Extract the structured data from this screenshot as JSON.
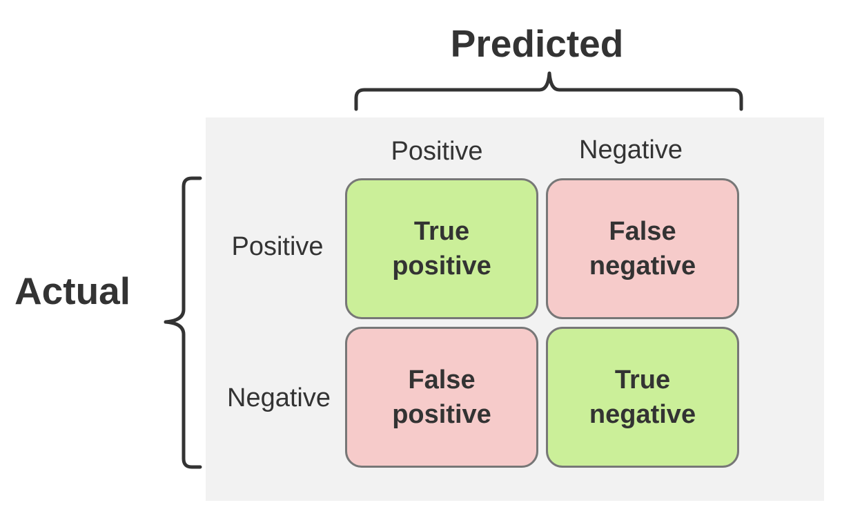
{
  "diagram": {
    "title_predicted": "Predicted",
    "title_actual": "Actual",
    "columns": [
      "Positive",
      "Negative"
    ],
    "rows": [
      "Positive",
      "Negative"
    ],
    "cells": [
      {
        "line1": "True",
        "line2": "positive",
        "kind": "correct",
        "color": "#cbef99"
      },
      {
        "line1": "False",
        "line2": "negative",
        "kind": "error",
        "color": "#f6cbca"
      },
      {
        "line1": "False",
        "line2": "positive",
        "kind": "error",
        "color": "#f6cbca"
      },
      {
        "line1": "True",
        "line2": "negative",
        "kind": "correct",
        "color": "#cbef99"
      }
    ],
    "panel_color": "#f2f2f2",
    "border_color": "#777777"
  }
}
